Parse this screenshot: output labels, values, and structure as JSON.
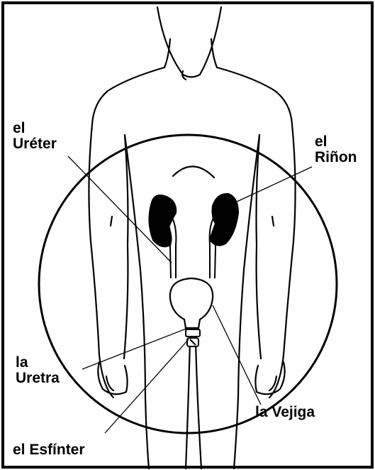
{
  "labels": {
    "ureter_line1": "el",
    "ureter_line2": "Uréter",
    "kidney_line1": "el",
    "kidney_line2": "Riñon",
    "urethra_line1": "la",
    "urethra_line2": "Uretra",
    "bladder": "la Vejiga",
    "sphincter": "el Esfínter"
  },
  "colors": {
    "ink": "#000000",
    "background": "#ffffff"
  }
}
